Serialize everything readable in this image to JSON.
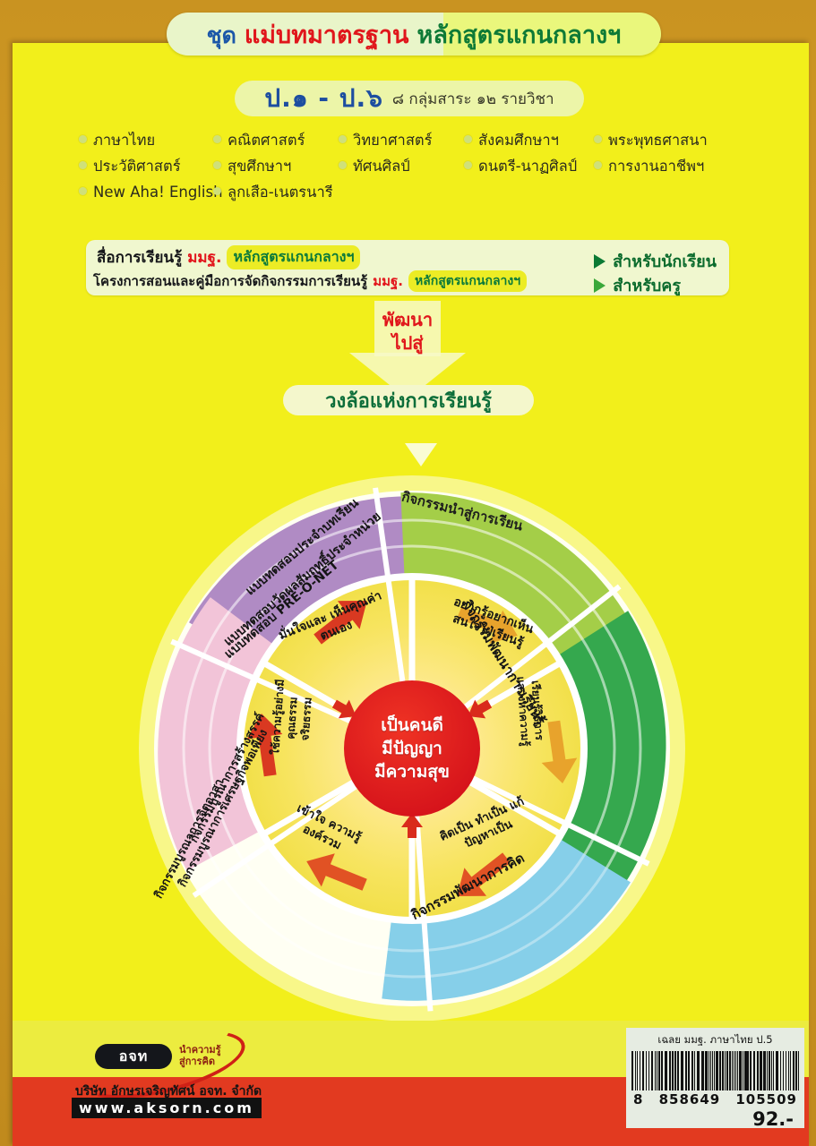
{
  "header": {
    "part1": "ชุด",
    "part2": "แม่บทมาตรฐาน",
    "part3": "หลักสูตรแกนกลางฯ"
  },
  "grade": {
    "range": "ป.๑ - ป.๖",
    "detail": "๘ กลุ่มสาระ ๑๒ รายวิชา"
  },
  "subjects": [
    [
      "ภาษาไทย",
      "คณิตศาสตร์",
      "วิทยาศาสตร์",
      "สังคมศึกษาฯ",
      "พระพุทธศาสนา"
    ],
    [
      "ประวัติศาสตร์",
      "สุขศึกษาฯ",
      "ทัศนศิลป์",
      "ดนตรี-นาฏศิลป์",
      "การงานอาชีพฯ"
    ],
    [
      "New Aha! English",
      "ลูกเสือ-เนตรนารี"
    ]
  ],
  "media": {
    "line1_a": "สื่อการเรียนรู้",
    "line1_b": "มมฐ.",
    "line1_c": "หลักสูตรแกนกลางฯ",
    "line1_for": "สำหรับนักเรียน",
    "line2_a": "โครงการสอนและคู่มือการจัดกิจกรรมการเรียนรู้",
    "line2_b": "มมฐ.",
    "line2_c": "หลักสูตรแกนกลางฯ",
    "line2_for": "สำหรับครู"
  },
  "develop": {
    "line1": "พัฒนา",
    "line2": "ไปสู่"
  },
  "wheel_title": "วงล้อแห่งการเรียนรู้",
  "wheel": {
    "center": [
      "เป็นคนดี",
      "มีปัญญา",
      "มีความสุข"
    ],
    "inner": [
      "อยากรู้อยากเห็น สนใจใฝ่เรียนรู้",
      "เรียนรู้วิธีการ แสวงหาความรู้",
      "คิดเป็น ทำเป็น แก้ปัญหาเป็น",
      "เข้าใจ ความรู้ องค์รวม",
      "ใช้ความรู้อย่างมีคุณธรรม จริยธรรม",
      "มั่นใจและ เห็นคุณค่าตนเอง"
    ],
    "outer": [
      "กิจกรรมนำสู่การเรียน",
      "กิจกรรมพัฒนาการเรียนรู้",
      "กิจกรรมพัฒนาการคิด",
      "กิจกรรมบูรณาการสร้างสรรค์",
      "กิจกรรมบูรณาการเศรษฐกิจพอเพียง",
      "กิจกรรมบูรณาการจิตอาสา",
      "แบบทดสอบประจำบทเรียน",
      "แบบทดสอบวัดผลสัมฤทธิ์ประจำหน่วย",
      "แบบทดสอบ PRE-O-NET"
    ]
  },
  "footer": {
    "logo_mark": "อจท",
    "logo_tagline_1": "นำความรู้",
    "logo_tagline_2": "สู่การคิด",
    "company": "บริษัท อักษรเจริญทัศน์ อจท. จำกัด",
    "website": "www.aksorn.com"
  },
  "barcode": {
    "title": "เฉลย มมฐ. ภาษาไทย ป.5",
    "digits": [
      "8",
      "858649",
      "105509"
    ],
    "price": "92.-"
  },
  "colors": {
    "cover": "#f2ef1b",
    "edge": "#c99321",
    "red": "#e0161b",
    "green": "#0e7a36",
    "blue": "#1b57a8",
    "red_bar": "#e23a20",
    "purple": "#b08bc4",
    "light_green": "#a4ce48",
    "dark_green": "#35a84e",
    "blue_band": "#86cfe8",
    "pink_band": "#f2c4d8"
  }
}
